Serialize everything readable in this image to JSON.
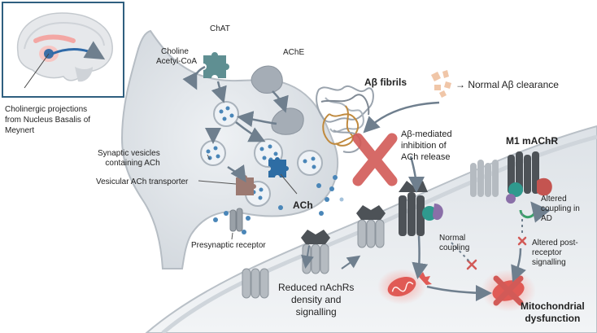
{
  "inset": {
    "caption": "Cholinergic projections\nfrom Nucleus Basalis of\nMeynert"
  },
  "labels": {
    "chat": "ChAT",
    "choline": "Choline",
    "acetyl_coa": "Acetyl-CoA",
    "ache": "AChE",
    "ab_fibrils": "Aβ fibrils",
    "normal_clearance": "→ Normal Aβ clearance",
    "ab_inhibition": "Aβ-mediated\ninhibition of\nACh release",
    "m1_machr": "M1 mAChR",
    "synaptic_vesicles": "Synaptic vesicles\ncontaining ACh",
    "vesicular_transporter": "Vesicular ACh transporter",
    "ach": "ACh",
    "presynaptic_receptor": "Presynaptic receptor",
    "altered_coupling": "Altered\ncoupling in\nAD",
    "normal_coupling": "Normal\ncoupling",
    "altered_post_receptor": "Altered post-\nreceptor\nsignalling",
    "reduced_nachrs": "Reduced nAchRs\ndensity and\nsignalling",
    "mito_dysfunction": "Mitochondrial\ndysfunction"
  },
  "colors": {
    "inset_border": "#2f5f7f",
    "membrane": "#e4e8ec",
    "terminal": "#dfe3e8",
    "vesicle_ach": "#4a86b8",
    "chat_puzzle": "#5f8f92",
    "ach_puzzle": "#2e6da4",
    "transporter": "#9c7a72",
    "fibrils_grey": "#9aa3ad",
    "fibrils_brown": "#c08a3e",
    "red_x": "#d25a57",
    "receptor_dark": "#4d5257",
    "receptor_light": "#b5bbc1",
    "protein_green": "#2f9a8e",
    "protein_red": "#c45450",
    "protein_purple": "#8a6fa8",
    "arrow": "#6f7f8e",
    "mito": "#e05a55"
  }
}
